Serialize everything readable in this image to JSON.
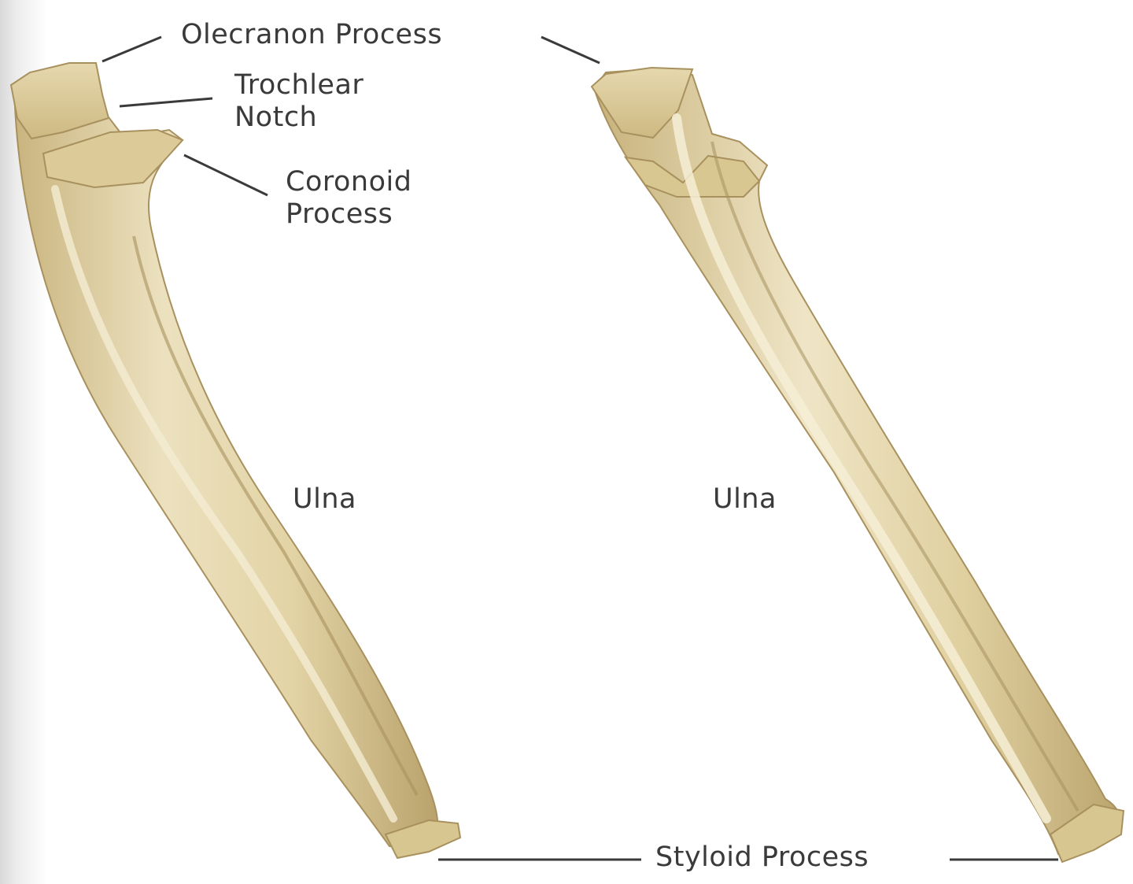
{
  "labels": {
    "olecranon": "Olecranon Process",
    "trochlear_line1": "Trochlear",
    "trochlear_line2": "Notch",
    "coronoid_line1": "Coronoid",
    "coronoid_line2": "Process",
    "ulna_left": "Ulna",
    "ulna_right": "Ulna",
    "styloid": "Styloid Process"
  },
  "colors": {
    "bone_light": "#ece1bf",
    "bone_mid": "#dccb98",
    "bone_dark": "#b6a06a",
    "leader_line": "#3a3a3a",
    "text": "#3a3a3a"
  }
}
